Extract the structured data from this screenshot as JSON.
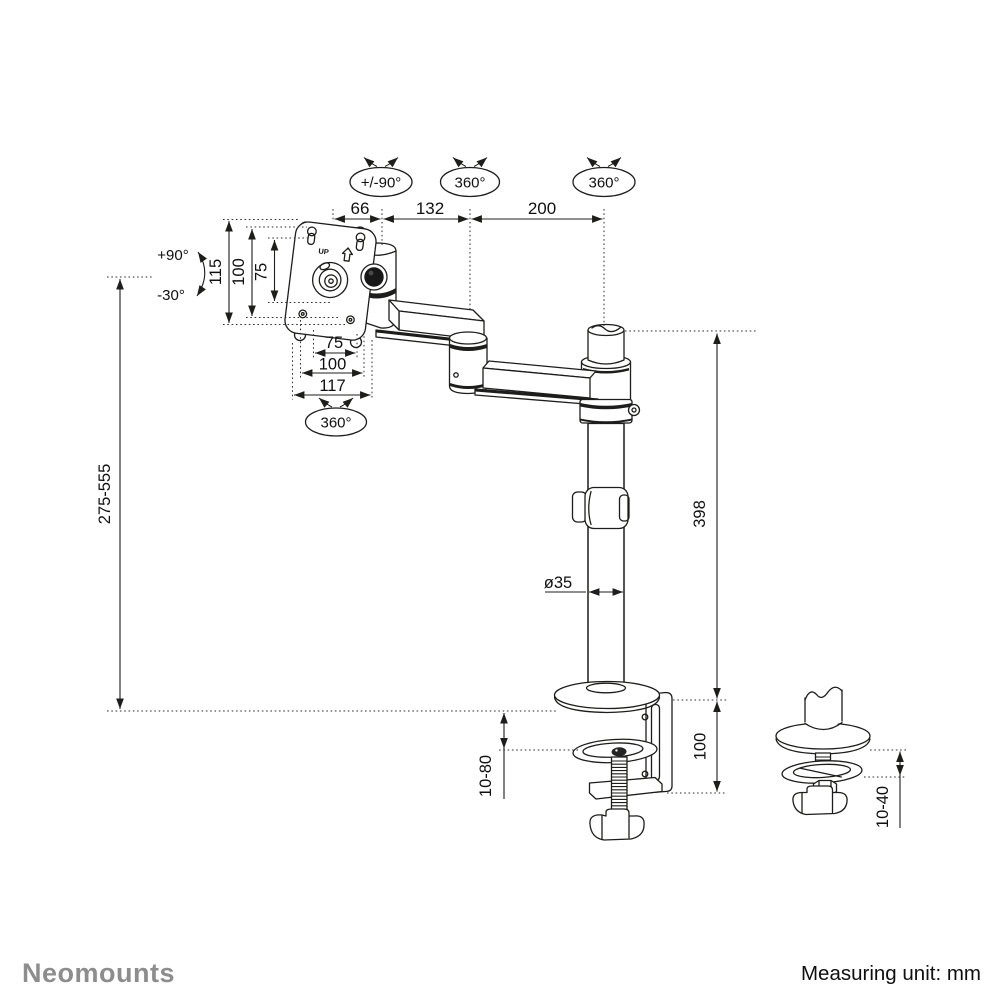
{
  "product": {
    "type": "desk monitor arm technical drawing"
  },
  "rotations": {
    "head_swivel": "+/-90°",
    "elbow_swivel": "360°",
    "pole_swivel": "360°",
    "vesa_rotation": "360°",
    "tilt_up": "+90°",
    "tilt_down": "-30°"
  },
  "dimensions": {
    "head_offset": "66",
    "upper_arm": "132",
    "lower_arm": "200",
    "vesa_plate_height": "115",
    "vesa_vertical_100": "100",
    "vesa_vertical_75": "75",
    "vesa_horizontal_75": "75",
    "vesa_horizontal_100": "100",
    "vesa_plate_width": "117",
    "height_range": "275-555",
    "pole_height": "398",
    "pole_diameter": "ø35",
    "clamp_desk_thickness": "10-80",
    "clamp_height": "100",
    "grommet_desk_thickness": "10-40"
  },
  "plate": {
    "up_marking": "UP"
  },
  "footer": {
    "brand": "Neomounts",
    "measuring_unit": "Measuring unit: mm"
  },
  "colors": {
    "line": "#1d1d1b",
    "brand_gray": "#8d8d8d",
    "background": "#ffffff"
  }
}
